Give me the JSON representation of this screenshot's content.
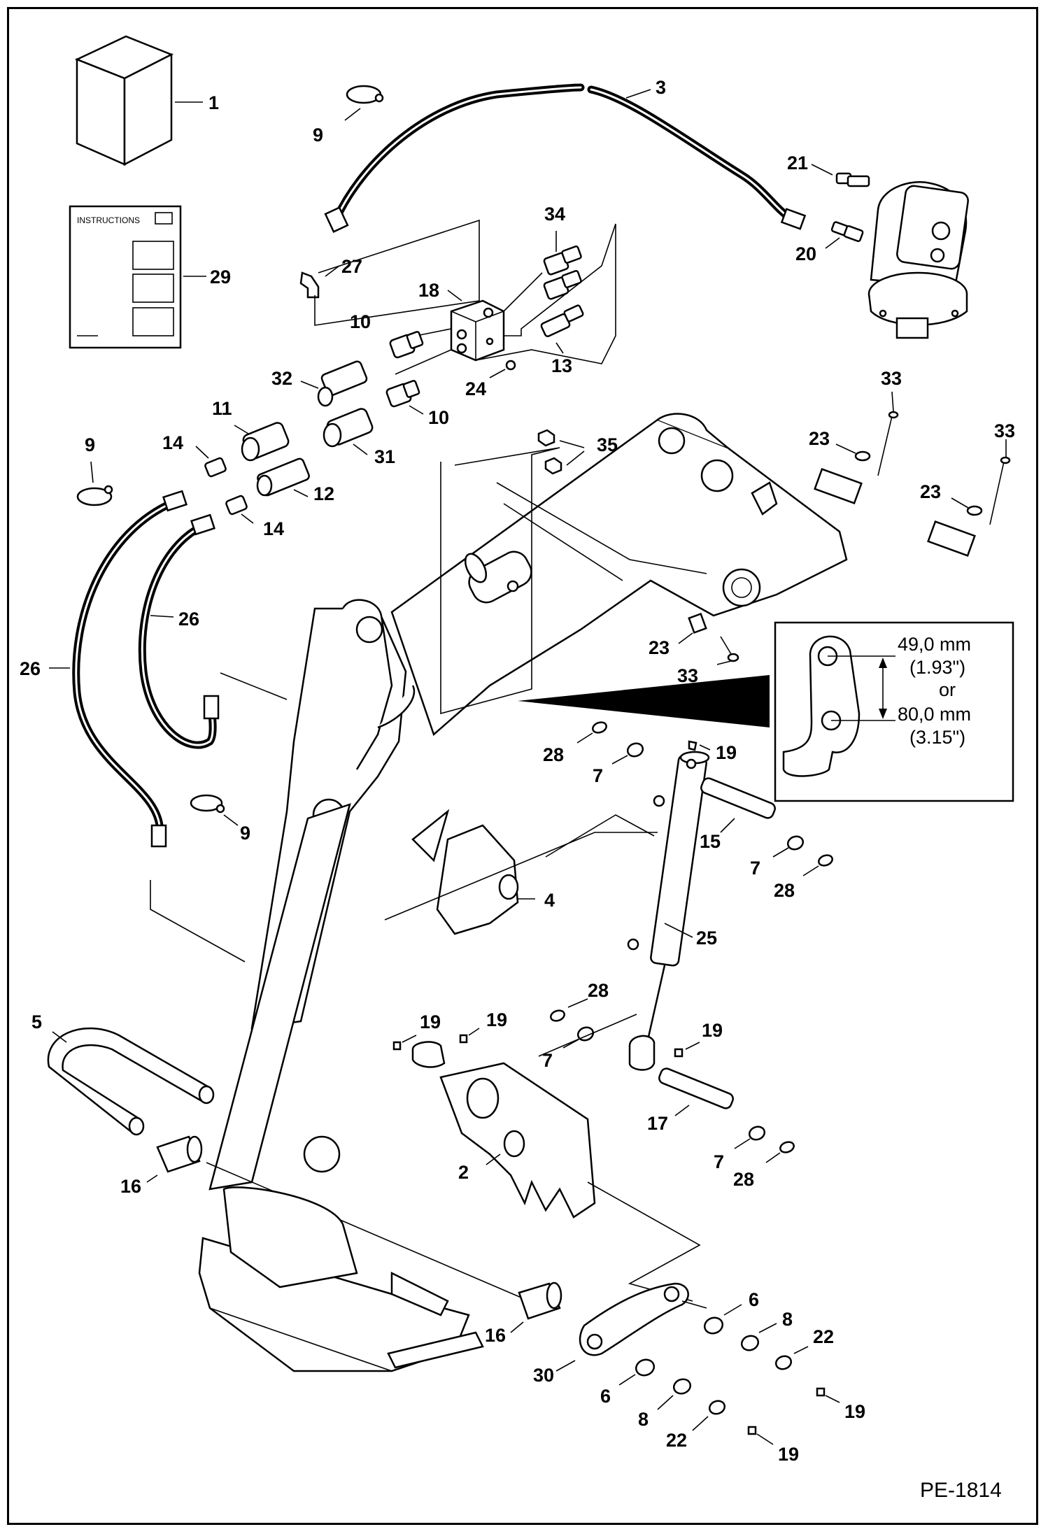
{
  "diagram": {
    "instructions_sheet_title": "INSTRUCTIONS",
    "figure_code": "PE-1814",
    "inset": {
      "dim1": "49,0 mm",
      "dim1_imperial": "(1.93\")",
      "or": "or",
      "dim2": "80,0 mm",
      "dim2_imperial": "(3.15\")"
    },
    "callouts": [
      {
        "id": "c1",
        "text": "1"
      },
      {
        "id": "c29",
        "text": "29"
      },
      {
        "id": "c9a",
        "text": "9"
      },
      {
        "id": "c3",
        "text": "3"
      },
      {
        "id": "c21",
        "text": "21"
      },
      {
        "id": "c20",
        "text": "20"
      },
      {
        "id": "c27",
        "text": "27"
      },
      {
        "id": "c34",
        "text": "34"
      },
      {
        "id": "c18",
        "text": "18"
      },
      {
        "id": "c10a",
        "text": "10"
      },
      {
        "id": "c13",
        "text": "13"
      },
      {
        "id": "c32",
        "text": "32"
      },
      {
        "id": "c24",
        "text": "24"
      },
      {
        "id": "c11",
        "text": "11"
      },
      {
        "id": "c10b",
        "text": "10"
      },
      {
        "id": "c9b",
        "text": "9"
      },
      {
        "id": "c14a",
        "text": "14"
      },
      {
        "id": "c31",
        "text": "31"
      },
      {
        "id": "c35",
        "text": "35"
      },
      {
        "id": "c33a",
        "text": "33"
      },
      {
        "id": "c33b",
        "text": "33"
      },
      {
        "id": "c23a",
        "text": "23"
      },
      {
        "id": "c23b",
        "text": "23"
      },
      {
        "id": "c12",
        "text": "12"
      },
      {
        "id": "c14b",
        "text": "14"
      },
      {
        "id": "c26a",
        "text": "26"
      },
      {
        "id": "c26b",
        "text": "26"
      },
      {
        "id": "c23c",
        "text": "23"
      },
      {
        "id": "c33c",
        "text": "33"
      },
      {
        "id": "c28a",
        "text": "28"
      },
      {
        "id": "c19a",
        "text": "19"
      },
      {
        "id": "c7a",
        "text": "7"
      },
      {
        "id": "c9c",
        "text": "9"
      },
      {
        "id": "c15",
        "text": "15"
      },
      {
        "id": "c7b",
        "text": "7"
      },
      {
        "id": "c28b",
        "text": "28"
      },
      {
        "id": "c4",
        "text": "4"
      },
      {
        "id": "c25",
        "text": "25"
      },
      {
        "id": "c28c",
        "text": "28"
      },
      {
        "id": "c5",
        "text": "5"
      },
      {
        "id": "c19b",
        "text": "19"
      },
      {
        "id": "c19c",
        "text": "19"
      },
      {
        "id": "c19d",
        "text": "19"
      },
      {
        "id": "c7c",
        "text": "7"
      },
      {
        "id": "c17",
        "text": "17"
      },
      {
        "id": "c2",
        "text": "2"
      },
      {
        "id": "c16a",
        "text": "16"
      },
      {
        "id": "c7d",
        "text": "7"
      },
      {
        "id": "c28d",
        "text": "28"
      },
      {
        "id": "c6a",
        "text": "6"
      },
      {
        "id": "c8a",
        "text": "8"
      },
      {
        "id": "c22a",
        "text": "22"
      },
      {
        "id": "c16b",
        "text": "16"
      },
      {
        "id": "c30",
        "text": "30"
      },
      {
        "id": "c19e",
        "text": "19"
      },
      {
        "id": "c6b",
        "text": "6"
      },
      {
        "id": "c8b",
        "text": "8"
      },
      {
        "id": "c22b",
        "text": "22"
      },
      {
        "id": "c19f",
        "text": "19"
      }
    ]
  }
}
